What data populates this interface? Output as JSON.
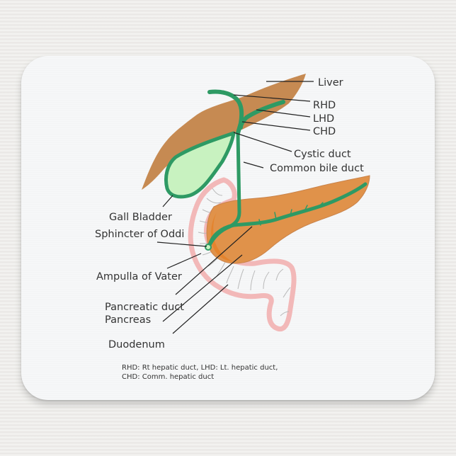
{
  "product": {
    "type": "mousepad",
    "colors": {
      "background": "#ecebe8",
      "pad_surface": "#f6f7f8",
      "liver": "#c68a52",
      "gall_bladder_fill": "#c8f2c0",
      "duct_green": "#2e9a64",
      "pancreas": "#e0924a",
      "duodenum_outline": "#f2b8b8",
      "text": "#333333"
    }
  },
  "diagram": {
    "labels": {
      "liver": "Liver",
      "rhd": "RHD",
      "lhd": "LHD",
      "chd": "CHD",
      "cystic_duct": "Cystic duct",
      "common_bile_duct": "Common bile duct",
      "gall_bladder": "Gall Bladder",
      "sphincter_of_oddi": "Sphincter of Oddi",
      "ampulla_of_vater": "Ampulla of Vater",
      "pancreatic_duct": "Pancreatic duct",
      "pancreas": "Pancreas",
      "duodenum": "Duodenum"
    },
    "footnote": {
      "line1": "RHD: Rt hepatic duct, LHD: Lt. hepatic duct,",
      "line2": "CHD: Comm. hepatic duct"
    }
  }
}
